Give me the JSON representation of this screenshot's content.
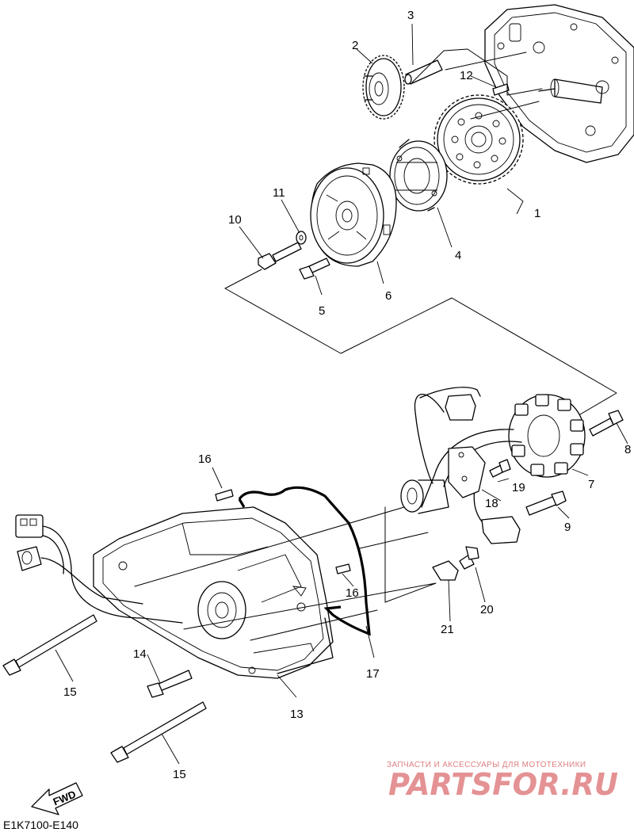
{
  "diagram": {
    "code": "E1K7100-E140",
    "fwd_label": "FWD",
    "callouts": {
      "p1": "1",
      "p2": "2",
      "p3": "3",
      "p4": "4",
      "p5": "5",
      "p6": "6",
      "p7": "7",
      "p8": "8",
      "p9": "9",
      "p10": "10",
      "p11": "11",
      "p12": "12",
      "p13": "13",
      "p14": "14",
      "p15a": "15",
      "p15b": "15",
      "p16a": "16",
      "p16b": "16",
      "p17": "17",
      "p18": "18",
      "p19": "19",
      "p20": "20",
      "p21": "21"
    }
  },
  "watermark": {
    "tagline": "ЗАПЧАСТИ И АКСЕССУАРЫ ДЛЯ МОТОТЕХНИКИ",
    "brand": "PARTSFOR.RU"
  },
  "colors": {
    "line": "#000000",
    "watermark": "#e07f82"
  }
}
